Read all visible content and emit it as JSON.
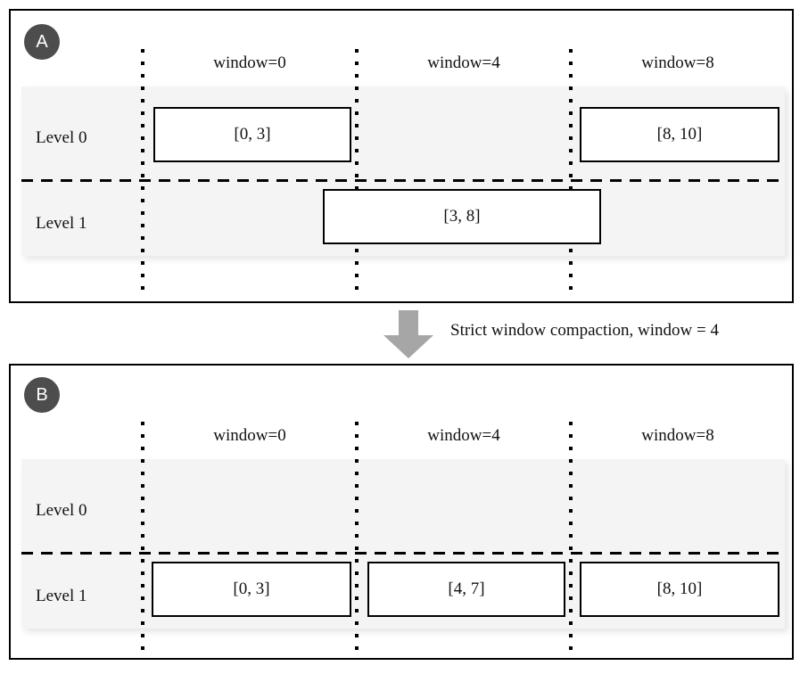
{
  "figure": {
    "panels": [
      {
        "id": "A",
        "badge_label": "A",
        "window_headers": [
          "window=0",
          "window=4",
          "window=8"
        ],
        "level_labels": [
          "Level 0",
          "Level 1"
        ],
        "boxes": [
          {
            "level": "Level 0",
            "window": "window=0",
            "label": "[0, 3]"
          },
          {
            "level": "Level 0",
            "window": "window=8",
            "label": "[8, 10]"
          },
          {
            "level": "Level 1",
            "window": "window=4",
            "label": "[3, 8]"
          }
        ]
      },
      {
        "id": "B",
        "badge_label": "B",
        "window_headers": [
          "window=0",
          "window=4",
          "window=8"
        ],
        "level_labels": [
          "Level 0",
          "Level 1"
        ],
        "boxes": [
          {
            "level": "Level 1",
            "window": "window=0",
            "label": "[0, 3]"
          },
          {
            "level": "Level 1",
            "window": "window=4",
            "label": "[4, 7]"
          },
          {
            "level": "Level 1",
            "window": "window=8",
            "label": "[8, 10]"
          }
        ]
      }
    ],
    "transition": {
      "arrow_icon": "down-arrow-icon",
      "label": "Strict window compaction, window = 4"
    },
    "colors": {
      "badge_fill": "#4d4d4d",
      "badge_text": "#ffffff",
      "band_fill": "#f4f4f4",
      "arrow_fill": "#a6a6a6",
      "stroke": "#000000",
      "background": "#ffffff"
    }
  }
}
